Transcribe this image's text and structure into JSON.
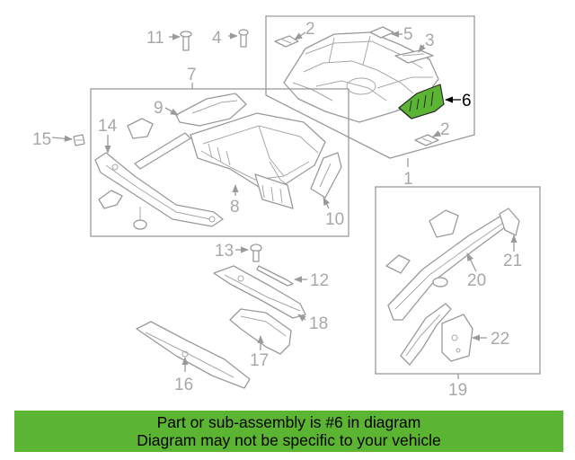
{
  "highlight_color": "#5bb532",
  "highlighted_part": "6",
  "callouts": {
    "c1": "1",
    "c2a": "2",
    "c2b": "2",
    "c3": "3",
    "c4": "4",
    "c5": "5",
    "c6": "6",
    "c7": "7",
    "c8": "8",
    "c9": "9",
    "c10": "10",
    "c11": "11",
    "c12": "12",
    "c13": "13",
    "c14": "14",
    "c15": "15",
    "c16": "16",
    "c17": "17",
    "c18": "18",
    "c19": "19",
    "c20": "20",
    "c21": "21",
    "c22": "22"
  },
  "banner": {
    "line1": "Part or sub-assembly is #6 in diagram",
    "line2": "Diagram may not be specific to your vehicle"
  }
}
